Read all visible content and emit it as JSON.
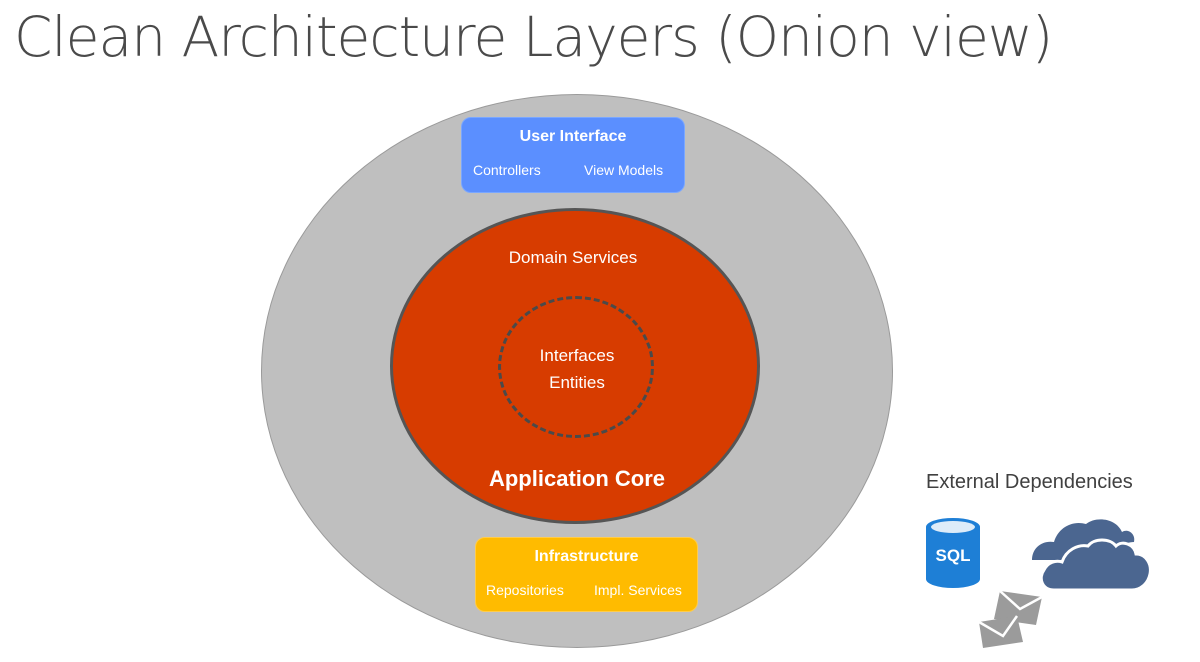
{
  "title": "Clean Architecture Layers (Onion view)",
  "layers": {
    "user_interface": {
      "title": "User Interface",
      "items": [
        "Controllers",
        "View Models"
      ],
      "color": "#5b8fff"
    },
    "application_core": {
      "title": "Application Core",
      "domain_services": "Domain Services",
      "inner": [
        "Interfaces",
        "Entities"
      ],
      "color": "#d73c00"
    },
    "infrastructure": {
      "title": "Infrastructure",
      "items": [
        "Repositories",
        "Impl. Services"
      ],
      "color": "#ffbb00"
    },
    "outer_ring_color": "#bfbfbf"
  },
  "external": {
    "label": "External Dependencies",
    "db_text": "SQL",
    "icons": [
      "database-icon",
      "cloud-icon",
      "mail-icon"
    ],
    "icon_color": "#4b6690",
    "db_color": "#1e7fd6"
  }
}
